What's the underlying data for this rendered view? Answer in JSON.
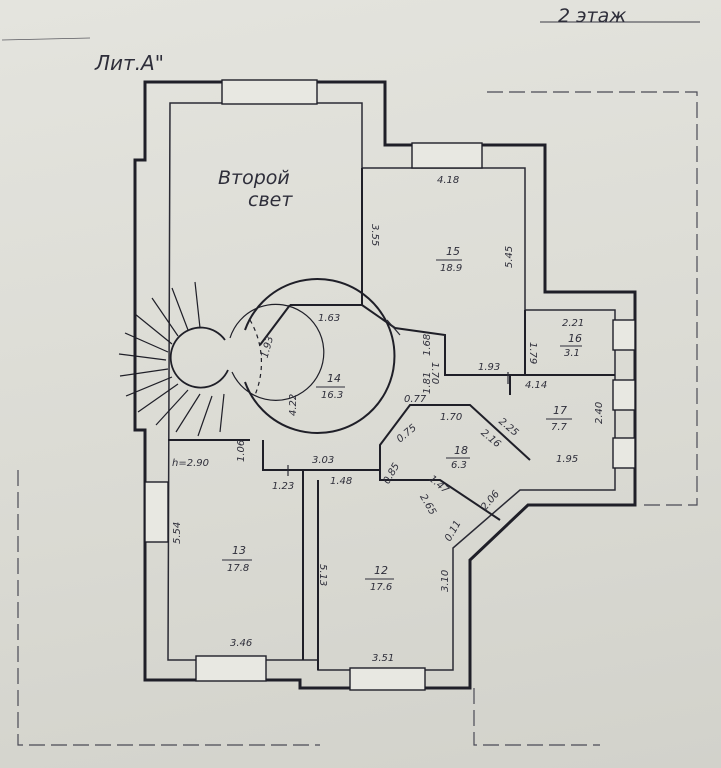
{
  "header": {
    "floor": "2 этаж",
    "letter": "Лит.А\""
  },
  "second_light": {
    "line1": "Второй",
    "line2": "свет"
  },
  "ceiling_height": "h=2.90",
  "rooms": [
    {
      "number": "15",
      "area": "18.9"
    },
    {
      "number": "16",
      "area": "3.1"
    },
    {
      "number": "14",
      "area": "16.3"
    },
    {
      "number": "17",
      "area": "7.7"
    },
    {
      "number": "18",
      "area": "6.3"
    },
    {
      "number": "13",
      "area": "17.8"
    },
    {
      "number": "12",
      "area": "17.6"
    }
  ],
  "dimensions": [
    "4.18",
    "3.55",
    "5.45",
    "2.21",
    "1.79",
    "1.63",
    "1.93",
    "1.70",
    "1.68",
    "1.93",
    "4.14",
    "1.81",
    "0.77",
    "1.70",
    "2.25",
    "2.40",
    "0.75",
    "2.16",
    "1.95",
    "4.22",
    "1.06",
    "3.03",
    "1.23",
    "1.48",
    "0.85",
    "1.47",
    "2.06",
    "2.65",
    "0.11",
    "5.54",
    "5.13",
    "3.10",
    "3.46",
    "3.51"
  ]
}
